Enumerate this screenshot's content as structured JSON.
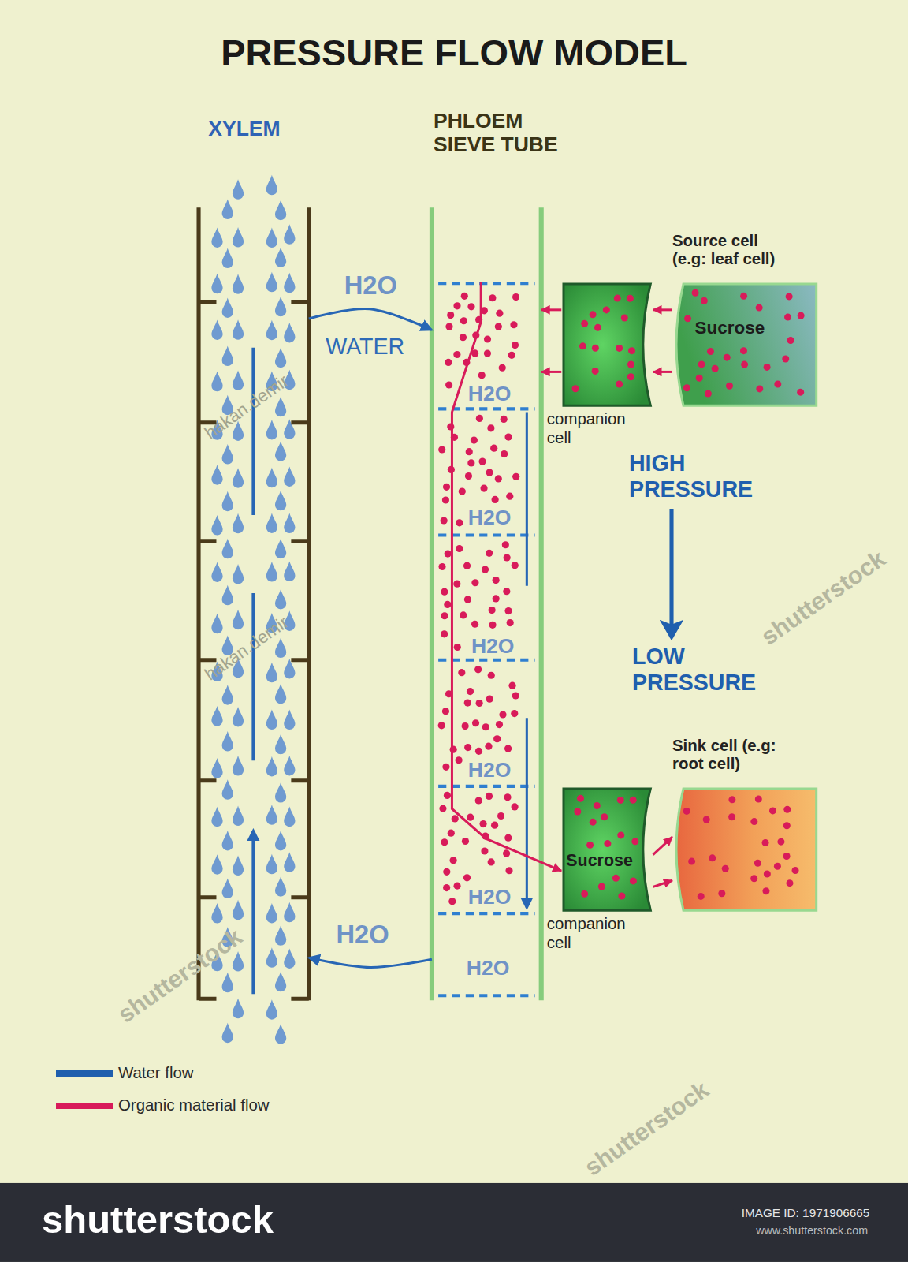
{
  "diagram": {
    "title": "PRESSURE FLOW MODEL",
    "nodes": [
      {
        "text": [
          "XYLEM"
        ]
      },
      {
        "text": [
          "PHLOEM SIEVE TUBE"
        ]
      },
      {
        "text": [
          "companion cell"
        ]
      },
      {
        "text": [
          "Source cell (e.g: leaf cell)",
          "Sucrose"
        ]
      },
      {
        "text": [
          "Sucrose",
          "companion cell"
        ]
      },
      {
        "text": [
          "Sink cell (e.g: root cell)"
        ]
      }
    ],
    "edges": [
      {
        "from": 0,
        "to": 1,
        "arrow": "to",
        "label": "H2O"
      },
      {
        "from": 3,
        "to": 2,
        "arrow": "to"
      },
      {
        "from": 3,
        "to": 2,
        "arrow": "to"
      },
      {
        "from": 2,
        "to": 1,
        "arrow": "to"
      },
      {
        "from": 2,
        "to": 1,
        "arrow": "to"
      },
      {
        "from": 1,
        "to": 4,
        "arrow": "to"
      },
      {
        "from": 4,
        "to": 5,
        "arrow": "to"
      },
      {
        "from": 4,
        "to": 5,
        "arrow": "to"
      },
      {
        "from": 1,
        "to": 0,
        "arrow": "to",
        "label": "H2O"
      }
    ],
    "labels": [
      "WATER",
      "H2O",
      "H2O",
      "H2O",
      "H2O",
      "H2O",
      "H2O",
      "HIGH PRESSURE",
      "LOW PRESSURE",
      "hakan.demir",
      "hakan.demir",
      "shutterstock",
      "shutterstock",
      "shutterstock",
      "shutterstock",
      "IMAGE ID: 1971906665",
      "www.shutterstock.com"
    ],
    "legend": [
      {
        "text": "Water flow",
        "color": "#1f5fae"
      },
      {
        "text": "Organic material flow",
        "color": "#d81b5a"
      }
    ]
  }
}
